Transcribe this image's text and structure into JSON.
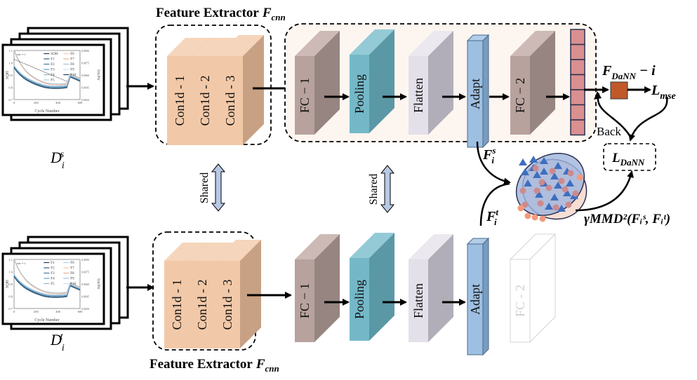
{
  "titles": {
    "top_extractor": "Feature Extractor",
    "top_extractor_sub": "cnn",
    "bottom_extractor": "Feature Extractor",
    "bottom_extractor_sub": "cnn",
    "F": "F"
  },
  "datasets": {
    "source": {
      "label": "D",
      "sup": "s",
      "sub": "i"
    },
    "target": {
      "label": "D",
      "sup": "t",
      "sub": "i"
    },
    "plot": {
      "ylabel": "SOH",
      "xlabel": "Cycle Number",
      "y2label": "Δq(Ah)",
      "yticks": [
        "0.7",
        "0.8",
        "0.9",
        "1.0",
        "1.1"
      ],
      "xticks": [
        "0",
        "200",
        "400",
        "600"
      ],
      "y2ticks": [
        "0.0020",
        "0.0045",
        "0.0060",
        "0.0075",
        "0.0090"
      ],
      "legend_source": [
        "SOH",
        "F1",
        "F2",
        "F3",
        "F4",
        "F5",
        "F6",
        "F7",
        "F8",
        "F9",
        "F10"
      ],
      "legend_target": [
        "F1",
        "F2",
        "F3",
        "F4",
        "F5",
        "F6",
        "F7",
        "F8",
        "F9",
        "F10"
      ],
      "annotation": "soc = i"
    }
  },
  "layers": {
    "conv1": "Con1d - 1",
    "conv2": "Con1d - 2",
    "conv3": "Con1d - 3",
    "fc1": "FC − 1",
    "pooling": "Pooling",
    "flatten": "Flatten",
    "adapt": "Adapt",
    "fc2": "FC − 2",
    "fc2_faded": "FC - 2"
  },
  "labels": {
    "shared": "Shared",
    "back": "Back",
    "fdann_main": "F",
    "fdann_sub": "DaNN",
    "fdann_suffix": " − i",
    "lmse_main": "L",
    "lmse_sub": "mse",
    "ldann_main": "L",
    "ldann_sub": "DaNN",
    "fs_main": "F",
    "fs_sup": "s",
    "fs_sub": "i",
    "ft_main": "F",
    "ft_sup": "t",
    "ft_sub": "i",
    "mmd": "γMMD²(F",
    "mmd_full": "γMMD²(Fᵢˢ, Fᵢᵗ)"
  },
  "colors": {
    "conv_front": "#f2c9a8",
    "conv_side": "#c8a083",
    "conv_top": "#f5d5bb",
    "fc_front": "#b8a29e",
    "fc_side": "#968580",
    "fc_top": "#cdbab6",
    "pool_front": "#74b8c8",
    "pool_side": "#5a98a6",
    "pool_top": "#93cad6",
    "flat_front": "#e3e0ea",
    "flat_side": "#b2aeb9",
    "flat_top": "#ebe8f0",
    "adapt_front": "#9dbfe2",
    "adapt_side": "#7a9cbf",
    "output_cell": "#d9908f",
    "output_border": "#2c3050",
    "loss_box": "#c0582a",
    "panel_bg": "#fdf5f0",
    "source_ellipse": "#9fb4dd",
    "target_ellipse": "#f5d8cc",
    "triangle": "#3d6fbf",
    "circle_pink": "#cc8a8e",
    "circle_orange": "#f29a7c"
  }
}
